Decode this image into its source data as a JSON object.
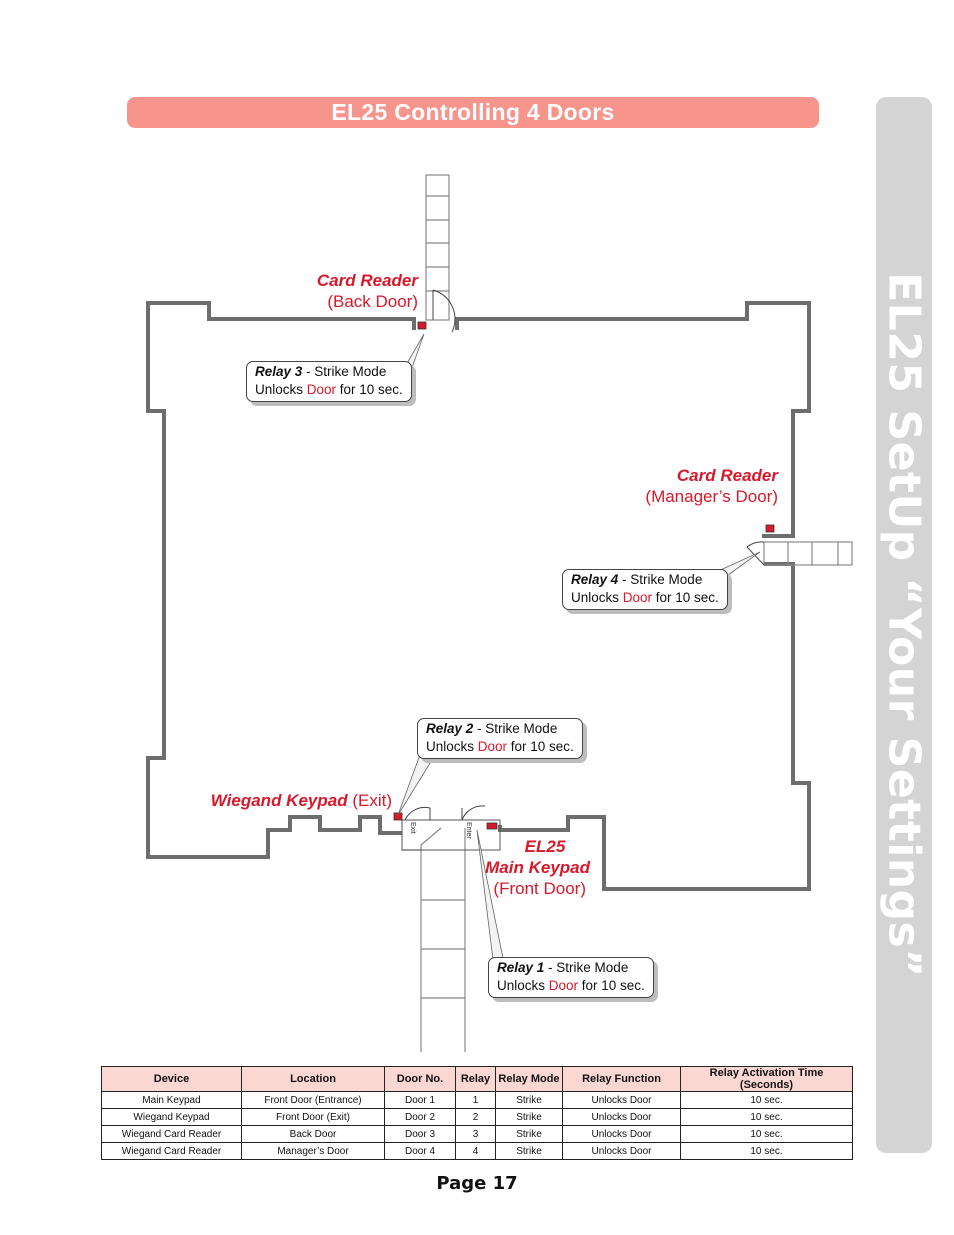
{
  "banner": {
    "title": "EL25 Controlling 4 Doors"
  },
  "sidebar": {
    "title": "EL25 SetUp “Your Settings”"
  },
  "labels": {
    "back_door": {
      "name": "Card Reader",
      "sub": "(Back Door)"
    },
    "managers_door": {
      "name": "Card Reader",
      "sub": "(Manager’s Door)"
    },
    "wiegand": {
      "name": "Wiegand Keypad",
      "sub": "(Exit)"
    },
    "main_keypad": {
      "line1": "EL25",
      "line2": "Main Keypad",
      "sub": "(Front Door)"
    },
    "exit_text": "Exit",
    "enter_text": "Enter"
  },
  "callouts": [
    {
      "relay": "Relay 3",
      "mode": " - Strike Mode",
      "pre": "Unlocks ",
      "door": "Door",
      "post": " for 10 sec."
    },
    {
      "relay": "Relay 4",
      "mode": " - Strike Mode",
      "pre": "Unlocks ",
      "door": "Door",
      "post": " for 10 sec."
    },
    {
      "relay": "Relay 2",
      "mode": " - Strike Mode",
      "pre": "Unlocks ",
      "door": "Door",
      "post": " for 10 sec."
    },
    {
      "relay": "Relay 1",
      "mode": " - Strike Mode",
      "pre": "Unlocks ",
      "door": "Door",
      "post": " for 10 sec."
    }
  ],
  "table": {
    "headers": [
      "Device",
      "Location",
      "Door No.",
      "Relay",
      "Relay Mode",
      "Relay Function",
      "Relay Activation Time (Seconds)"
    ],
    "rows": [
      [
        "Main Keypad",
        "Front Door (Entrance)",
        "Door 1",
        "1",
        "Strike",
        "Unlocks Door",
        "10 sec."
      ],
      [
        "Wiegand Keypad",
        "Front Door (Exit)",
        "Door 2",
        "2",
        "Strike",
        "Unlocks Door",
        "10 sec."
      ],
      [
        "Wiegand Card Reader",
        "Back Door",
        "Door 3",
        "3",
        "Strike",
        "Unlocks Door",
        "10 sec."
      ],
      [
        "Wiegand Card Reader",
        "Manager’s Door",
        "Door 4",
        "4",
        "Strike",
        "Unlocks Door",
        "10 sec."
      ]
    ]
  },
  "footer": {
    "page": "Page 17"
  },
  "colors": {
    "accent_red": "#d7192b",
    "banner_pink": "#f7958c",
    "sidebar_gray": "#d4d4d4",
    "wall_gray": "#6d6d6d"
  }
}
